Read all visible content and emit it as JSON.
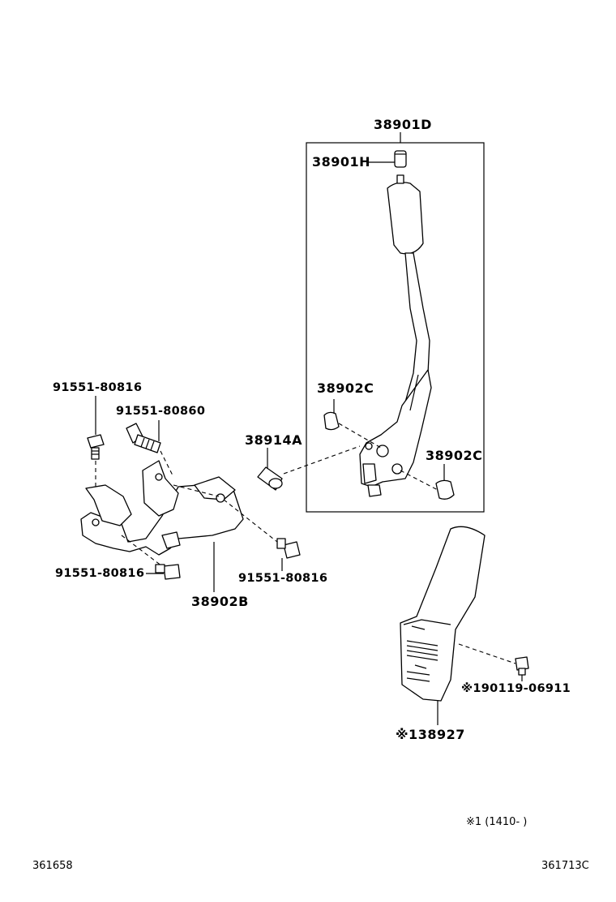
{
  "diagram": {
    "callouts": {
      "p38901D": "38901D",
      "p38901H": "38901H",
      "p38902C_upper": "38902C",
      "p38902C_lower": "38902C",
      "p38914A": "38914A",
      "p91551_80816_top": "91551-80816",
      "p91551_80860": "91551-80860",
      "p91551_80816_left": "91551-80816",
      "p91551_80816_right": "91551-80816",
      "p38902B": "38902B",
      "p90119_06911": "※190119-06911",
      "p38927": "※138927"
    },
    "note": "※1 (1410-      )",
    "footer": {
      "left_code": "361658",
      "right_code": "361713C"
    }
  }
}
